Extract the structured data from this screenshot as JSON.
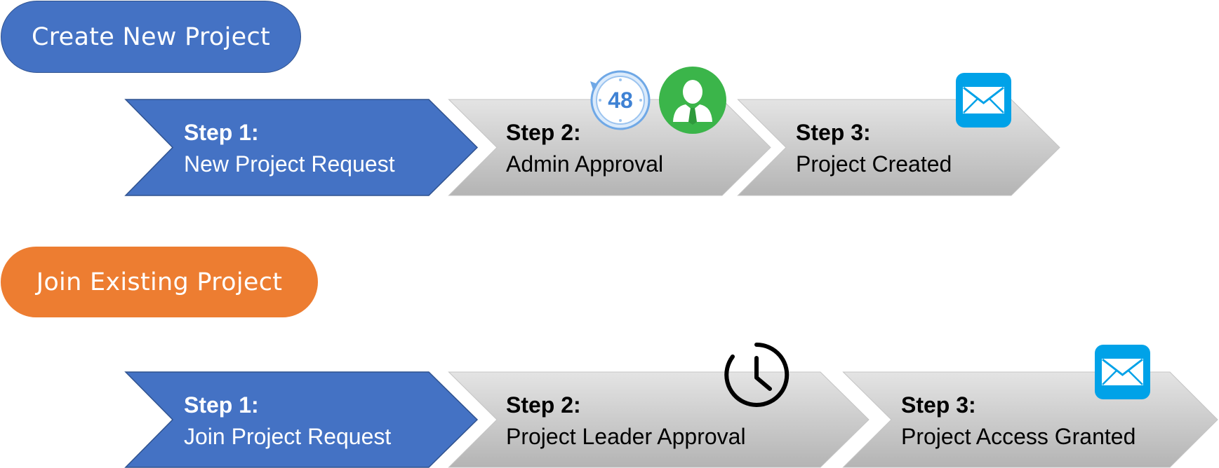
{
  "colors": {
    "blue": "#4472c4",
    "blue_border": "#2f528f",
    "orange": "#ed7d31",
    "gray_light": "#e2e2e2",
    "gray_dark": "#b7b7b7",
    "green": "#3bb54a",
    "mail_blue": "#00a2e8"
  },
  "create": {
    "title": "Create New Project",
    "steps": [
      {
        "title": "Step 1:",
        "text": "New Project Request"
      },
      {
        "title": "Step 2:",
        "text": "Admin Approval"
      },
      {
        "title": "Step 3:",
        "text": "Project Created"
      }
    ],
    "icons": {
      "timer_number": "48",
      "timer_icon": "48-hour-timer-icon",
      "admin_icon": "admin-person-icon",
      "mail_icon": "envelope-icon"
    }
  },
  "join": {
    "title": "Join Existing Project",
    "steps": [
      {
        "title": "Step 1:",
        "text": "Join Project Request"
      },
      {
        "title": "Step 2:",
        "text": "Project Leader Approval"
      },
      {
        "title": "Step 3:",
        "text": "Project Access Granted"
      }
    ],
    "icons": {
      "clock_icon": "clock-icon",
      "mail_icon": "envelope-icon"
    }
  }
}
